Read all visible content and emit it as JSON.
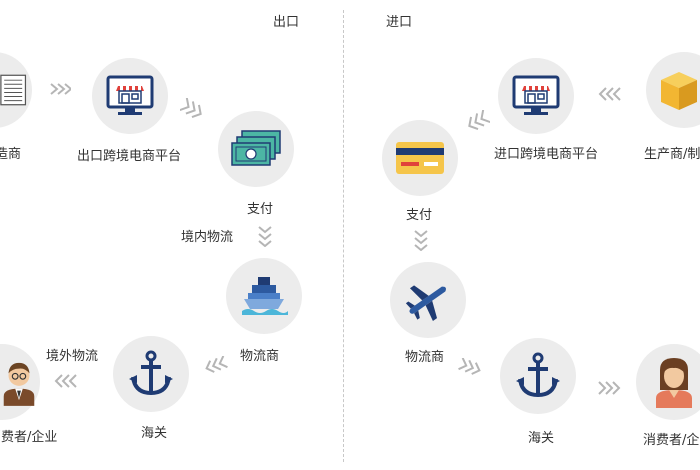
{
  "export": {
    "title": "出口",
    "manufacturer_label": "制造商",
    "platform_label": "出口跨境电商平台",
    "payment_label": "支付",
    "domestic_logistics_label": "境内物流",
    "logistics_provider_label": "物流商",
    "customs_label": "海关",
    "overseas_logistics_label": "境外物流",
    "consumer_label": "消费者/企业"
  },
  "import": {
    "title": "进口",
    "producer_label": "生产商/制造商",
    "platform_label": "进口跨境电商平台",
    "payment_label": "支付",
    "logistics_provider_label": "物流商",
    "customs_label": "海关",
    "consumer_label": "消费者/企业"
  },
  "colors": {
    "node_bg": "#ececec",
    "arrow": "#b5b5b5",
    "navy": "#1f3b73",
    "awning_red": "#e0413b",
    "card_yellow": "#f5c54a",
    "cash_green": "#4cb6a4",
    "box_gold": "#f2b632"
  }
}
